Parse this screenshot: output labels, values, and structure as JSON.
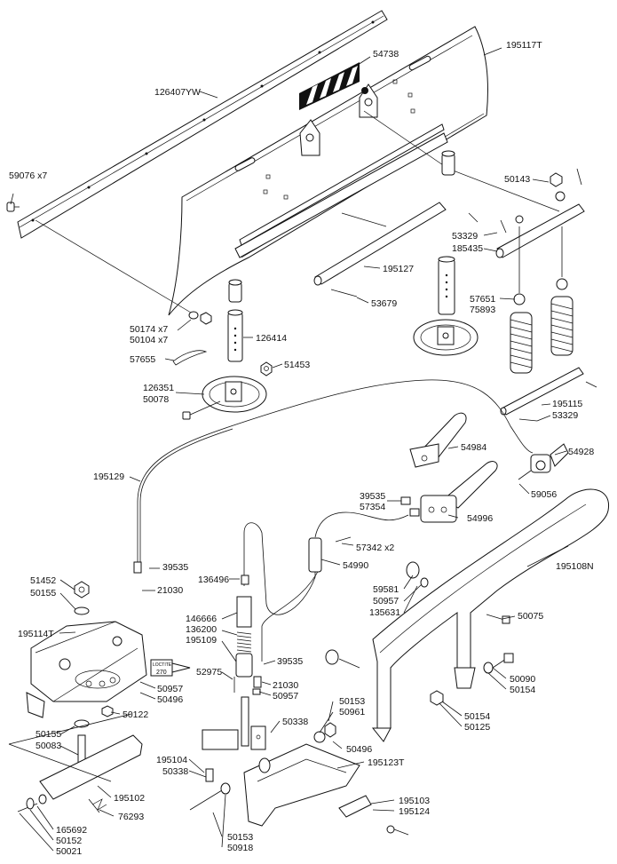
{
  "labels": {
    "p54738": "54738",
    "p195117T": "195117T",
    "p126407YW": "126407YW",
    "p59076": "59076  x7",
    "p50143": "50143",
    "p53329a": "53329",
    "p185435": "185435",
    "p195127": "195127",
    "p53679": "53679",
    "p57651": "57651",
    "p75893": "75893",
    "p50174": "50174  x7",
    "p50104": "50104  x7",
    "p126414": "126414",
    "p57655": "57655",
    "p51453": "51453",
    "p126351": "126351",
    "p50078": "50078",
    "p195115": "195115",
    "p53329b": "53329",
    "p54984": "54984",
    "p54928": "54928",
    "p195129": "195129",
    "p39535a": "39535",
    "p57354": "57354",
    "p54996": "54996",
    "p59056": "59056",
    "p57342": "57342  x2",
    "p54990": "54990",
    "p39535b": "39535",
    "p21030a": "21030",
    "p136496": "136496",
    "p195108N": "195108N",
    "p51452": "51452",
    "p50155a": "50155",
    "p59581": "59581",
    "p50957a": "50957",
    "p135631": "135631",
    "p146666": "146666",
    "p136200": "136200",
    "p195109": "195109",
    "p195114T": "195114T",
    "p50075": "50075",
    "p52975": "52975",
    "p39535c": "39535",
    "p21030b": "21030",
    "p50957b": "50957",
    "p50957c": "50957",
    "p50496a": "50496",
    "p50090": "50090",
    "p50154a": "50154",
    "p50122": "50122",
    "p50153a": "50153",
    "p50961": "50961",
    "p50154b": "50154",
    "p50125": "50125",
    "p50155b": "50155",
    "p50083": "50083",
    "p50338a": "50338",
    "p50496b": "50496",
    "p195104": "195104",
    "p50338b": "50338",
    "p195123T": "195123T",
    "p195102": "195102",
    "p76293": "76293",
    "p195103": "195103",
    "p195124": "195124",
    "p165692": "165692",
    "p50152": "50152",
    "p50021": "50021",
    "p50153b": "50153",
    "p50918": "50918",
    "loctite_brand": "LOCTITE",
    "loctite_num": "270"
  }
}
